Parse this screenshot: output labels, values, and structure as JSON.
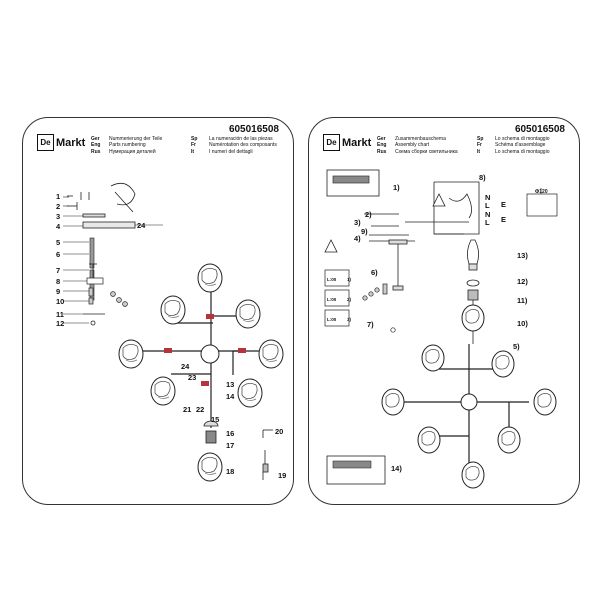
{
  "left": {
    "logo_mark": "De",
    "logo_text": "Markt",
    "code": "605016508",
    "header_col1": [
      {
        "lang": "Ger",
        "text": "Nummerierung der Teile"
      },
      {
        "lang": "Eng",
        "text": "Parts numbering"
      },
      {
        "lang": "Rus",
        "text": "Нумерация деталей"
      }
    ],
    "header_col2": [
      {
        "lang": "Sp",
        "text": "La numeración de las piezas"
      },
      {
        "lang": "Fr",
        "text": "Numérotation des composants"
      },
      {
        "lang": "It",
        "text": "I numeri del dettagli"
      }
    ],
    "part_numbers": [
      "1",
      "2",
      "3",
      "4",
      "5",
      "6",
      "7",
      "8",
      "9",
      "10",
      "11",
      "12",
      "13",
      "14",
      "15",
      "16",
      "17",
      "18",
      "19",
      "20",
      "21",
      "22",
      "23",
      "24"
    ]
  },
  "right": {
    "logo_mark": "De",
    "logo_text": "Markt",
    "code": "605016508",
    "header_col1": [
      {
        "lang": "Ger",
        "text": "Zusammenbauschema"
      },
      {
        "lang": "Eng",
        "text": "Assembly chart"
      },
      {
        "lang": "Rus",
        "text": "Схема сборки светильника"
      }
    ],
    "header_col2": [
      {
        "lang": "Sp",
        "text": "Lo schema di montaggio"
      },
      {
        "lang": "Fr",
        "text": "Schéma d'assemblage"
      },
      {
        "lang": "It",
        "text": "Lo schema di montaggio"
      }
    ],
    "step_labels": [
      "1)",
      "2)",
      "3)",
      "4)",
      "5)",
      "6)",
      "7)",
      "8)",
      "9)",
      "10)",
      "11)",
      "12)",
      "13)",
      "14)"
    ],
    "wire_labels": [
      "N",
      "L",
      "N",
      "L",
      "E",
      "E"
    ],
    "depth_label": "Ф120",
    "sub_labels": [
      "L:00",
      "L:00",
      "L:00",
      "1)",
      "2)",
      "3)"
    ]
  },
  "accent_color": "#b5343c"
}
